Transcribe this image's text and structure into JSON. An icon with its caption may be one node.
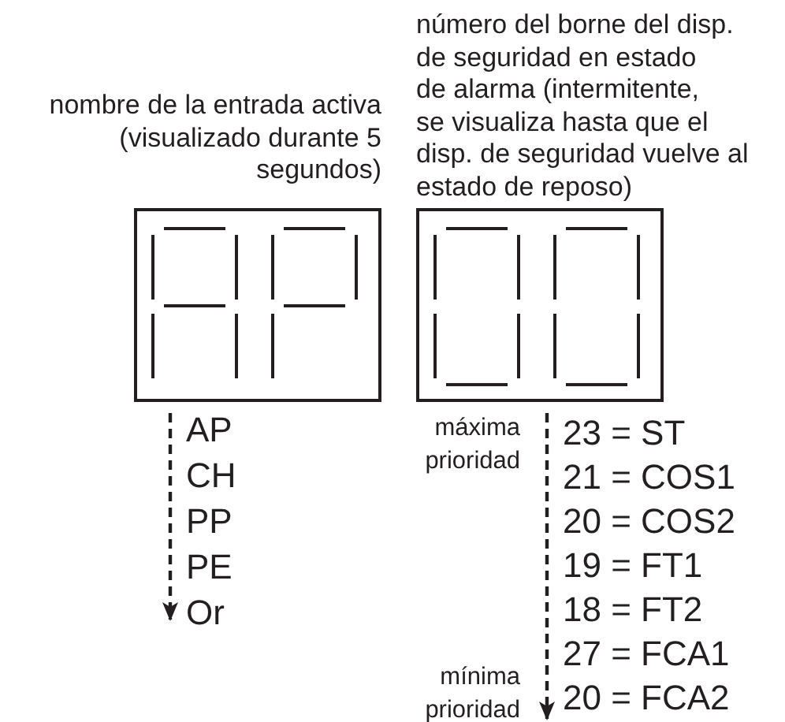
{
  "diagram": {
    "nodes": [
      {
        "text": [],
        "shape": "box",
        "beside": [
          "nombre de la entrada activa (visualizado durante 5 segundos)"
        ]
      },
      {
        "text": [],
        "shape": "box",
        "beside": [
          "número del borne del disp. de seguridad en estado de alarma (intermitente, se visualiza hasta que el disp. de seguridad vuelve al estado de reposo)"
        ]
      }
    ],
    "edges": [],
    "labels": [
      "AP",
      "CH",
      "PP",
      "PE",
      "Or",
      "máxima prioridad",
      "23 = ST",
      "21 = COS1",
      "20 = COS2",
      "19 = FT1",
      "18 = FT2",
      "27 = FCA1",
      "mínima prioridad",
      "20 = FCA2"
    ]
  }
}
